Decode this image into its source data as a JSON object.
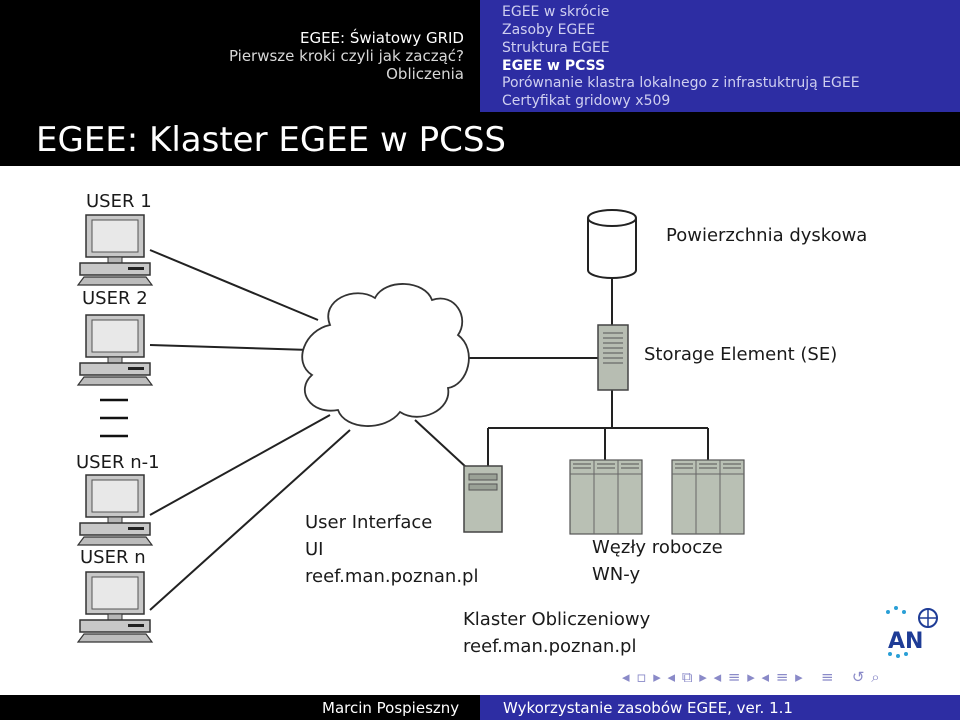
{
  "header": {
    "sections": [
      "EGEE: Światowy GRID",
      "Pierwsze kroki czyli jak zacząć?",
      "Obliczenia"
    ],
    "subsections": [
      "EGEE w skrócie",
      "Zasoby EGEE",
      "Struktura EGEE",
      "EGEE w PCSS",
      "Porównanie klastra lokalnego z infrastuktrują EGEE",
      "Certyfikat gridowy x509"
    ],
    "active_subsection": "EGEE w PCSS"
  },
  "title": "EGEE: Klaster EGEE w PCSS",
  "diagram": {
    "users": [
      "USER 1",
      "USER 2",
      "USER n-1",
      "USER n"
    ],
    "disk_label": "Powierzchnia dyskowa",
    "se_label": "Storage Element (SE)",
    "ui_lines": [
      "User Interface",
      "UI",
      "reef.man.poznan.pl"
    ],
    "wn_lines": [
      "Węzły robocze",
      "WN-y"
    ],
    "cluster_lines": [
      "Klaster Obliczeniowy",
      "reef.man.poznan.pl"
    ]
  },
  "footer": {
    "author": "Marcin Pospieszny",
    "talk": "Wykorzystanie zasobów EGEE, ver. 1.1"
  },
  "colors": {
    "header_blue": "#2d2da3",
    "header_black": "#000000",
    "logo_blue": "#1e3c96"
  }
}
